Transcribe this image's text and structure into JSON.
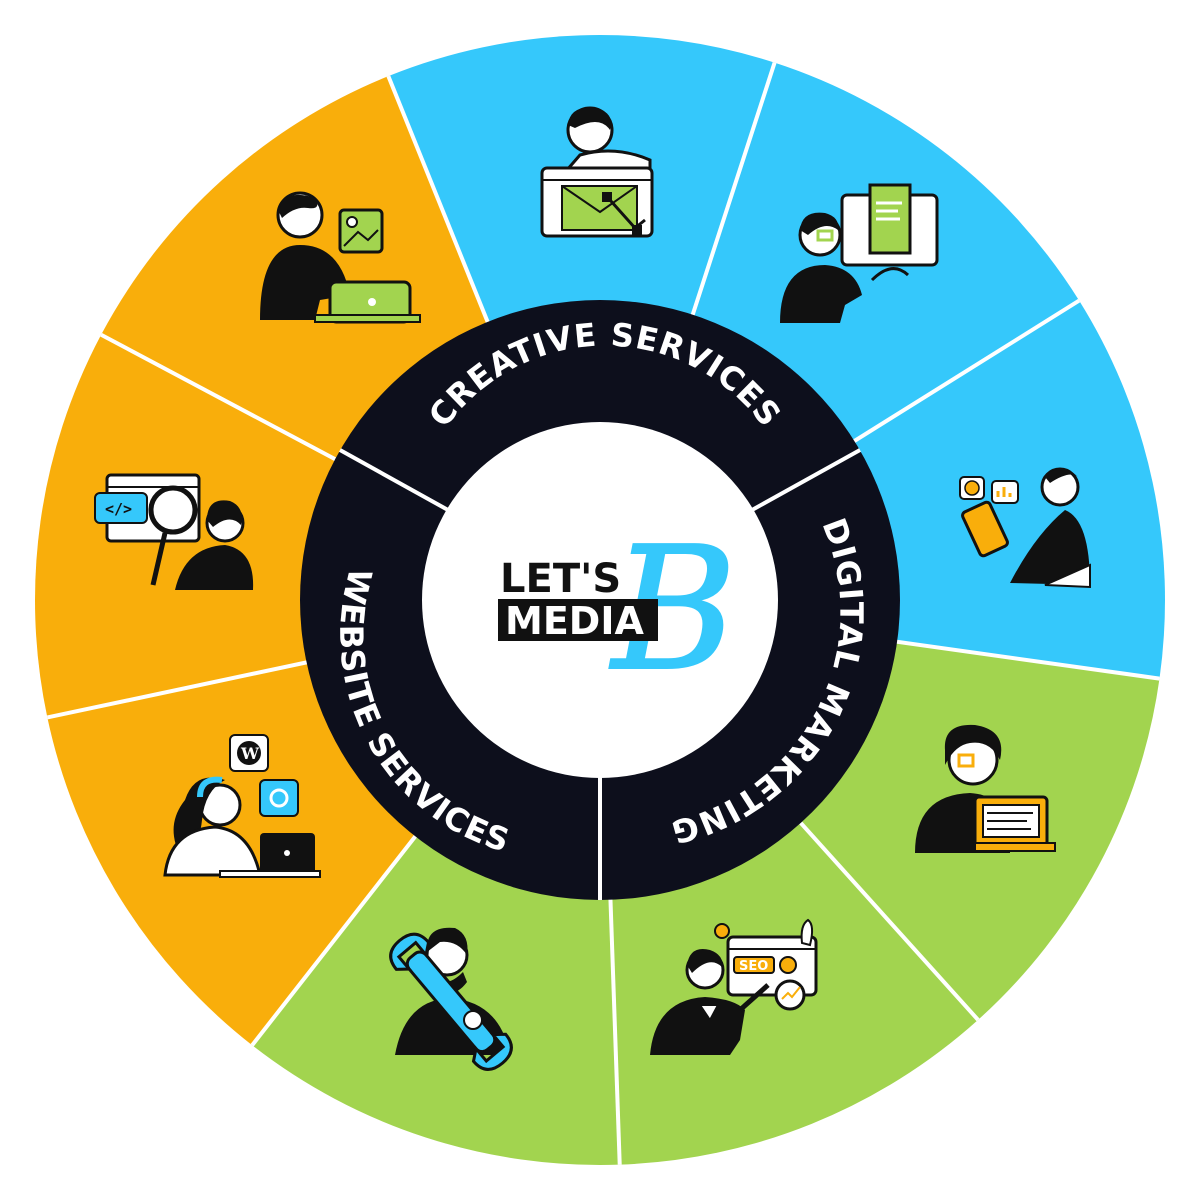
{
  "colors": {
    "creative": "#35c8fb",
    "digital": "#a2d44f",
    "website": "#f9ae0b",
    "ring": "#0d0f1c",
    "center": "#ffffff",
    "logo_accent": "#35c8fb"
  },
  "logo": {
    "line1": "LET'S",
    "line2": "MEDIA",
    "monogram": "B"
  },
  "ring_labels": {
    "creative": "CREATIVE SERVICES",
    "digital": "DIGITAL MARKETING",
    "website": "WEBSITE SERVICES"
  },
  "sectors": [
    {
      "group": "creative",
      "icon": "graphic-designer-icon"
    },
    {
      "group": "creative",
      "icon": "email-design-icon"
    },
    {
      "group": "creative",
      "icon": "content-writer-icon"
    },
    {
      "group": "digital",
      "icon": "social-media-icon"
    },
    {
      "group": "digital",
      "icon": "copywriting-laptop-icon"
    },
    {
      "group": "digital",
      "icon": "seo-analytics-icon"
    },
    {
      "group": "website",
      "icon": "maintenance-wrench-icon"
    },
    {
      "group": "website",
      "icon": "wordpress-support-icon"
    },
    {
      "group": "website",
      "icon": "code-review-icon"
    }
  ],
  "icon_labels": {
    "seo": "SEO",
    "code": "</>"
  }
}
